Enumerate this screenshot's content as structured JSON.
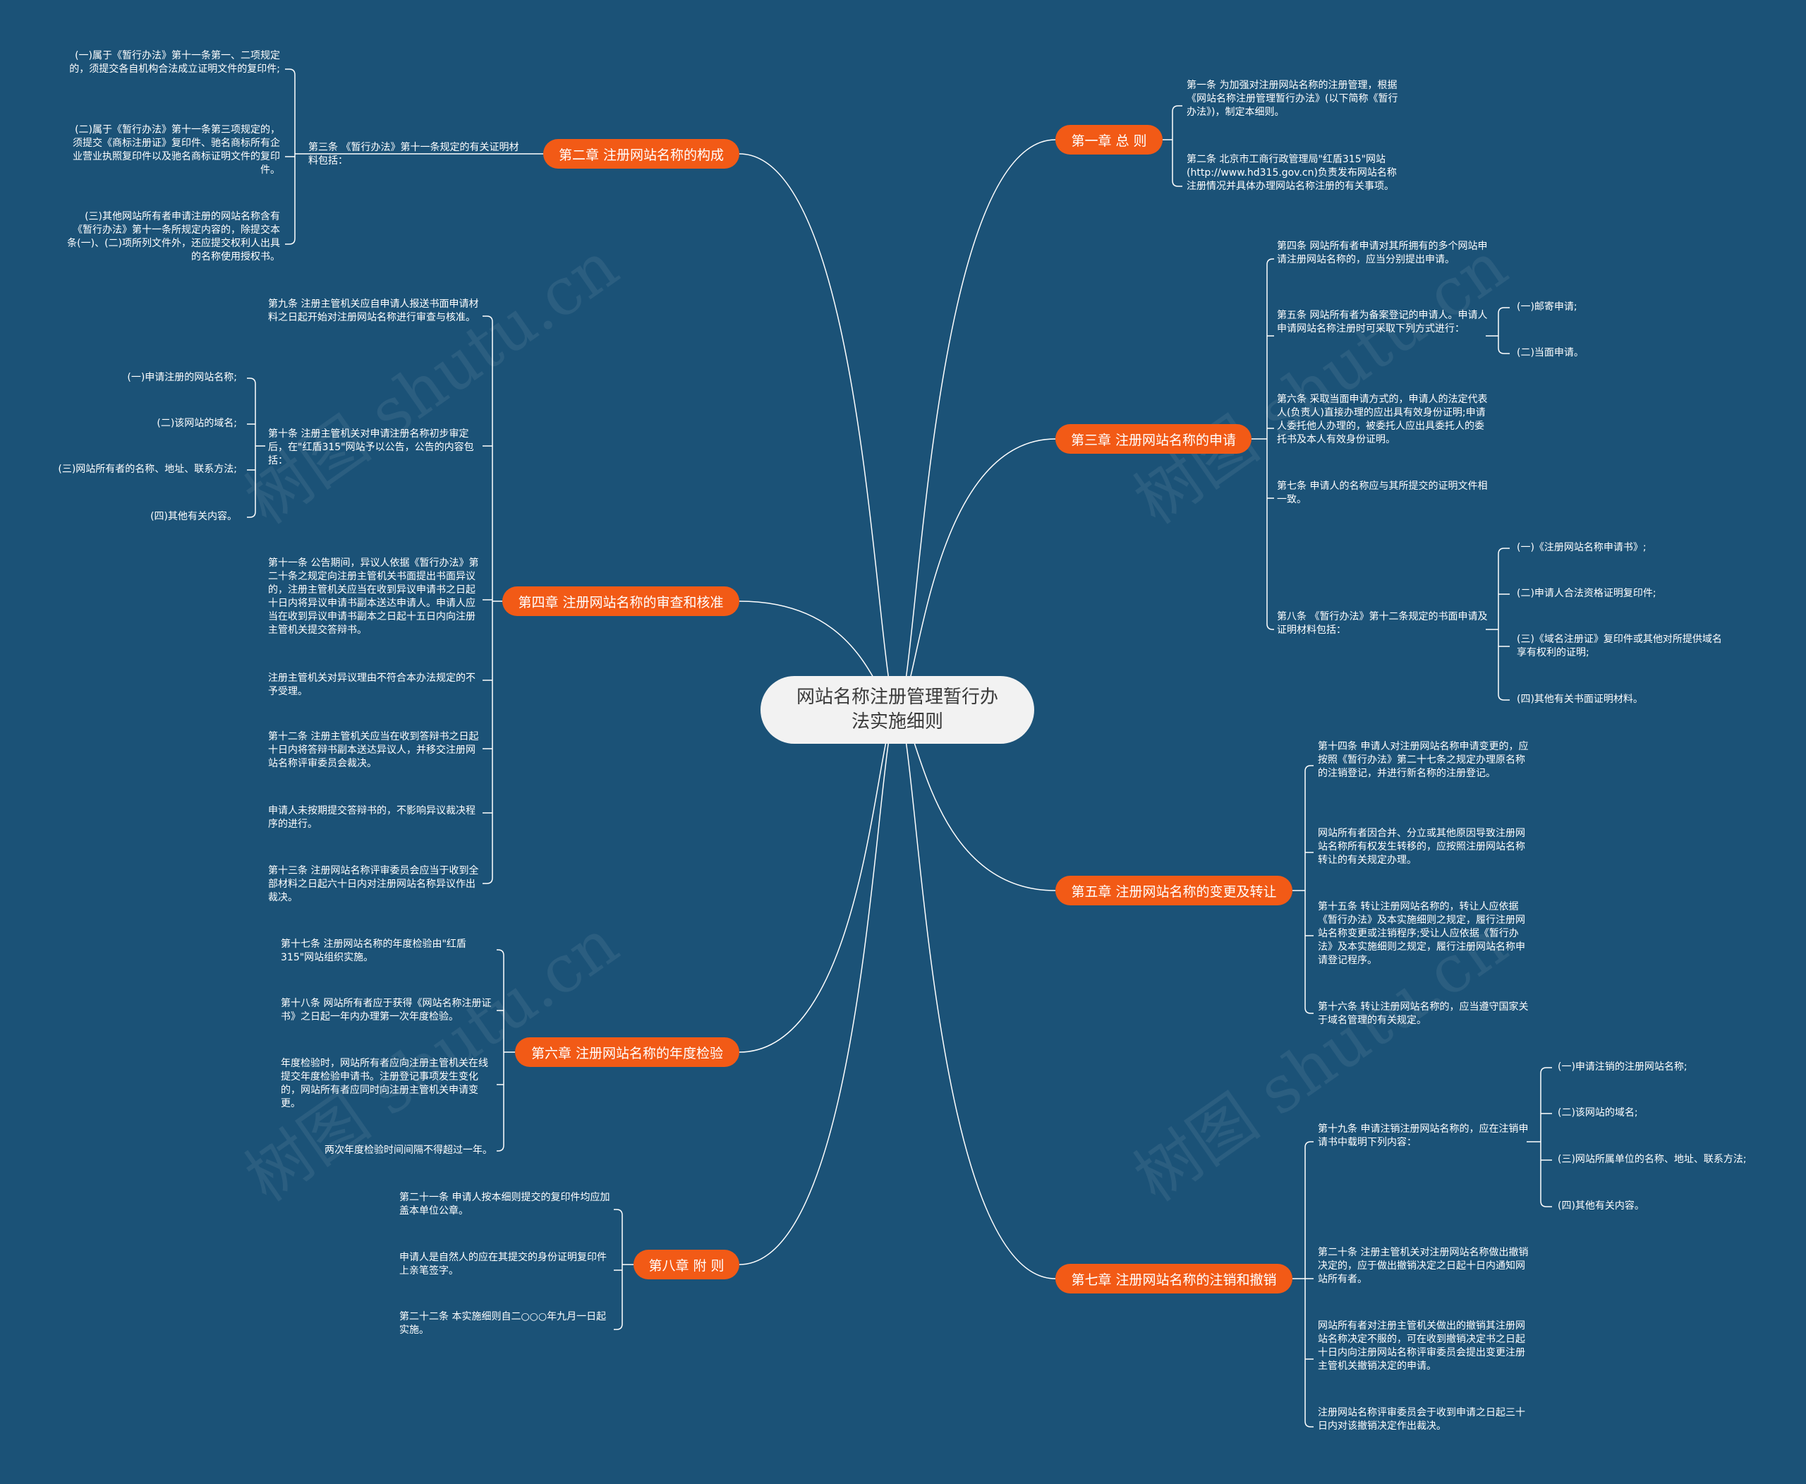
{
  "root": {
    "title": "网站名称注册管理暂行办法实施细则"
  },
  "chapters": {
    "c1": {
      "title": "第一章 总 则",
      "items": [
        "第一条 为加强对注册网站名称的注册管理，根据《网站名称注册管理暂行办法》(以下简称《暂行办法》)，制定本细则。",
        "第二条 北京市工商行政管理局\"红盾315\"网站(http://www.hd315.gov.cn)负责发布网站名称注册情况并具体办理网站名称注册的有关事项。"
      ]
    },
    "c2": {
      "title": "第二章 注册网站名称的构成",
      "art3": "第三条 《暂行办法》第十一条规定的有关证明材料包括：",
      "art3_items": [
        "(一)属于《暂行办法》第十一条第一、二项规定的，须提交各自机构合法成立证明文件的复印件;",
        "(二)属于《暂行办法》第十一条第三项规定的，须提交《商标注册证》复印件、驰名商标所有企业营业执照复印件以及驰名商标证明文件的复印件。",
        "(三)其他网站所有者申请注册的网站名称含有《暂行办法》第十一条所规定内容的，除提交本条(一)、(二)项所列文件外，还应提交权利人出具的名称使用授权书。"
      ]
    },
    "c3": {
      "title": "第三章 注册网站名称的申请",
      "art4": "第四条 网站所有者申请对其所拥有的多个网站申请注册网站名称的，应当分别提出申请。",
      "art5": "第五条 网站所有者为备案登记的申请人。申请人申请网站名称注册时可采取下列方式进行：",
      "art5_items": [
        "(一)邮寄申请;",
        "(二)当面申请。"
      ],
      "art6": "第六条 采取当面申请方式的，申请人的法定代表人(负责人)直接办理的应出具有效身份证明;申请人委托他人办理的，被委托人应出具委托人的委托书及本人有效身份证明。",
      "art7": "第七条 申请人的名称应与其所提交的证明文件相一致。",
      "art8": "第八条 《暂行办法》第十二条规定的书面申请及证明材料包括：",
      "art8_items": [
        "(一)《注册网站名称申请书》;",
        "(二)申请人合法资格证明复印件;",
        "(三)《域名注册证》复印件或其他对所提供域名享有权利的证明;",
        "(四)其他有关书面证明材料。"
      ]
    },
    "c4": {
      "title": "第四章 注册网站名称的审查和核准",
      "art9": "第九条 注册主管机关应自申请人报送书面申请材料之日起开始对注册网站名称进行审查与核准。",
      "art10": "第十条 注册主管机关对申请注册名称初步审定后，在\"红盾315\"网站予以公告，公告的内容包括：",
      "art10_items": [
        "(一)申请注册的网站名称;",
        "(二)该网站的域名;",
        "(三)网站所有者的名称、地址、联系方法;",
        "(四)其他有关内容。"
      ],
      "art11": "第十一条 公告期间，异议人依据《暂行办法》第二十条之规定向注册主管机关书面提出书面异议的，注册主管机关应当在收到异议申请书之日起十日内将异议申请书副本送达申请人。申请人应当在收到异议申请书副本之日起十五日内向注册主管机关提交答辩书。",
      "note1": "注册主管机关对异议理由不符合本办法规定的不予受理。",
      "art12": "第十二条 注册主管机关应当在收到答辩书之日起十日内将答辩书副本送达异议人，并移交注册网站名称评审委员会裁决。",
      "note2": "申请人未按期提交答辩书的，不影响异议裁决程序的进行。",
      "art13": "第十三条 注册网站名称评审委员会应当于收到全部材料之日起六十日内对注册网站名称异议作出裁决。"
    },
    "c5": {
      "title": "第五章 注册网站名称的变更及转让",
      "items": [
        "第十四条 申请人对注册网站名称申请变更的，应按照《暂行办法》第二十七条之规定办理原名称的注销登记，并进行新名称的注册登记。",
        "网站所有者因合并、分立或其他原因导致注册网站名称所有权发生转移的，应按照注册网站名称转让的有关规定办理。",
        "第十五条 转让注册网站名称的，转让人应依据《暂行办法》及本实施细则之规定，履行注册网站名称变更或注销程序;受让人应依据《暂行办法》及本实施细则之规定，履行注册网站名称申请登记程序。",
        "第十六条 转让注册网站名称的，应当遵守国家关于域名管理的有关规定。"
      ]
    },
    "c6": {
      "title": "第六章 注册网站名称的年度检验",
      "items": [
        "第十七条 注册网站名称的年度检验由\"红盾315\"网站组织实施。",
        "第十八条 网站所有者应于获得《网站名称注册证书》之日起一年内办理第一次年度检验。",
        "年度检验时，网站所有者应向注册主管机关在线提交年度检验申请书。注册登记事项发生变化的，网站所有者应同时向注册主管机关申请变更。",
        "两次年度检验时间间隔不得超过一年。"
      ]
    },
    "c7": {
      "title": "第七章 注册网站名称的注销和撤销",
      "art19": "第十九条 申请注销注册网站名称的，应在注销申请书中载明下列内容：",
      "art19_items": [
        "(一)申请注销的注册网站名称;",
        "(二)该网站的域名;",
        "(三)网站所属单位的名称、地址、联系方法;",
        "(四)其他有关内容。"
      ],
      "art20": "第二十条 注册主管机关对注册网站名称做出撤销决定的，应于做出撤销决定之日起十日内通知网站所有者。",
      "note1": "网站所有者对注册主管机关做出的撤销其注册网站名称决定不服的，可在收到撤销决定书之日起十日内向注册网站名称评审委员会提出变更注册主管机关撤销决定的申请。",
      "note2": "注册网站名称评审委员会于收到申请之日起三十日内对该撤销决定作出裁决。"
    },
    "c8": {
      "title": "第八章 附 则",
      "items": [
        "第二十一条 申请人按本细则提交的复印件均应加盖本单位公章。",
        "申请人是自然人的应在其提交的身份证明复印件上亲笔签字。",
        "第二十二条 本实施细则自二○○○年九月一日起实施。"
      ]
    }
  },
  "watermark": "树图 shutu.cn",
  "colors": {
    "background": "#1b5277",
    "chapter": "#f25a16",
    "root": "#f2f2f2",
    "line": "#ffffff"
  }
}
